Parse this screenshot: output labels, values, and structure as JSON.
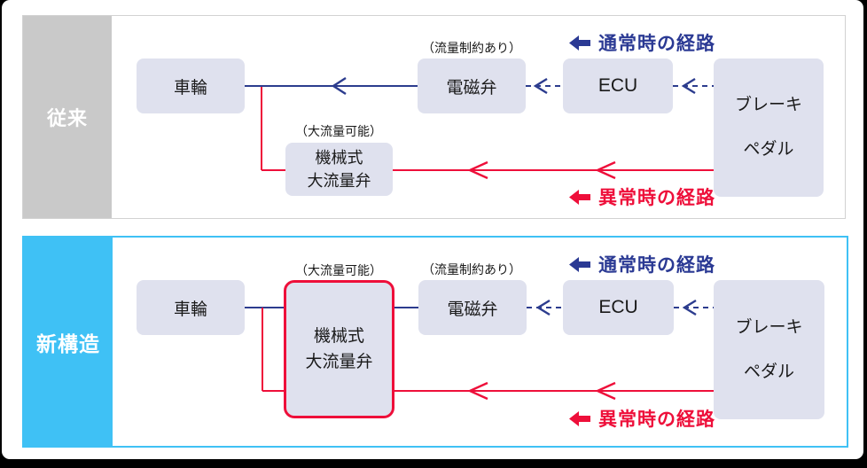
{
  "panels": {
    "conventional": {
      "label": "従来"
    },
    "new": {
      "label": "新構造"
    }
  },
  "nodes": {
    "wheel": {
      "label": "車輪"
    },
    "solenoid_valve": {
      "label": "電磁弁",
      "note": "（流量制約あり）"
    },
    "ecu": {
      "label": "ECU"
    },
    "brake_pedal": {
      "label": "ブレーキ\nペダル"
    },
    "mechanical_valve": {
      "label": "機械式\n大流量弁",
      "note": "（大流量可能）"
    }
  },
  "legend": {
    "normal": {
      "label": "通常時の経路",
      "color": "#2b3a94"
    },
    "abnormal": {
      "label": "異常時の経路",
      "color": "#ee0f3a"
    }
  },
  "colors": {
    "normal_path": "#2c3c8e",
    "abnormal_path": "#ee0f3a",
    "node_fill": "#dfe1ee",
    "conventional_sidebar": "#c9c9c9",
    "new_sidebar": "#3fc1f5",
    "highlight_border": "#ee0f3a"
  }
}
